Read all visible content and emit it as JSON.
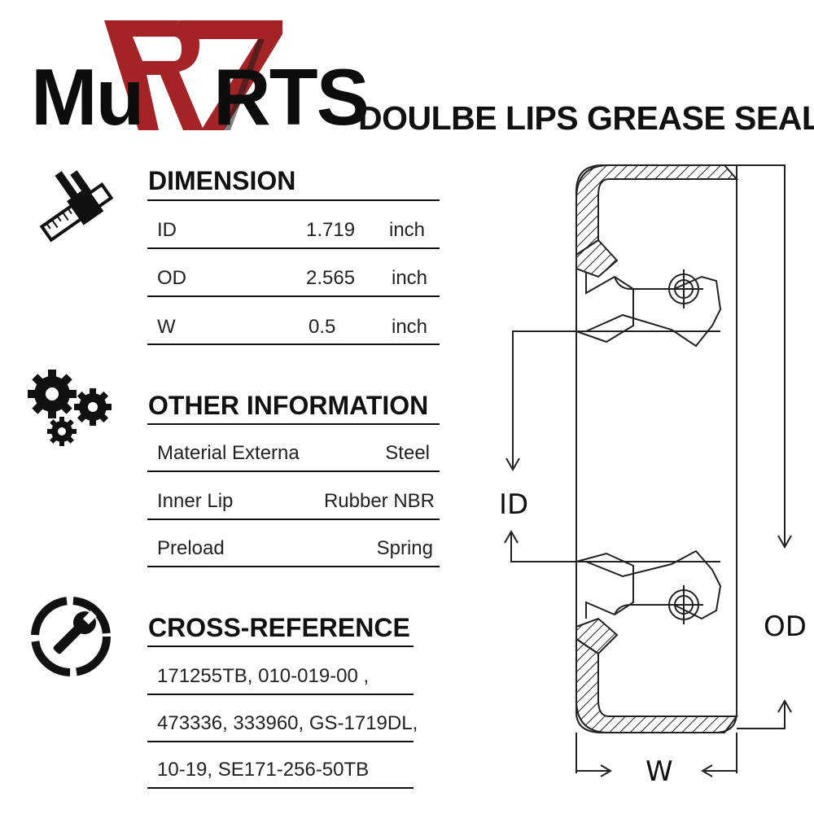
{
  "brand": {
    "text_left": "Mu",
    "text_right": "RTS",
    "logo_letter": "R",
    "logo_colors": {
      "red": "#a32326",
      "dark": "#0d0d0d"
    }
  },
  "product_title": "DOULBE LIPS GREASE SEAL",
  "dimension": {
    "title": "DIMENSION",
    "rows": [
      {
        "label": "ID",
        "value": "1.719",
        "unit": "inch"
      },
      {
        "label": "OD",
        "value": "2.565",
        "unit": "inch"
      },
      {
        "label": "W",
        "value": "0.5",
        "unit": "inch"
      }
    ]
  },
  "other_information": {
    "title": "OTHER INFORMATION",
    "rows": [
      {
        "label": "Material Externa",
        "value": "Steel"
      },
      {
        "label": "Inner Lip",
        "value": "Rubber NBR"
      },
      {
        "label": "Preload",
        "value": "Spring"
      }
    ]
  },
  "cross_reference": {
    "title": "CROSS-REFERENCE",
    "lines": [
      "171255TB, 010-019-00 ,",
      "473336, 333960, GS-1719DL,",
      "10-19, SE171-256-50TB"
    ]
  },
  "diagram": {
    "id_label": "ID",
    "od_label": "OD",
    "w_label": "W"
  },
  "icons": {
    "dimension": "caliper-ruler-icon",
    "other": "gears-icon",
    "cross": "wrench-icon"
  }
}
